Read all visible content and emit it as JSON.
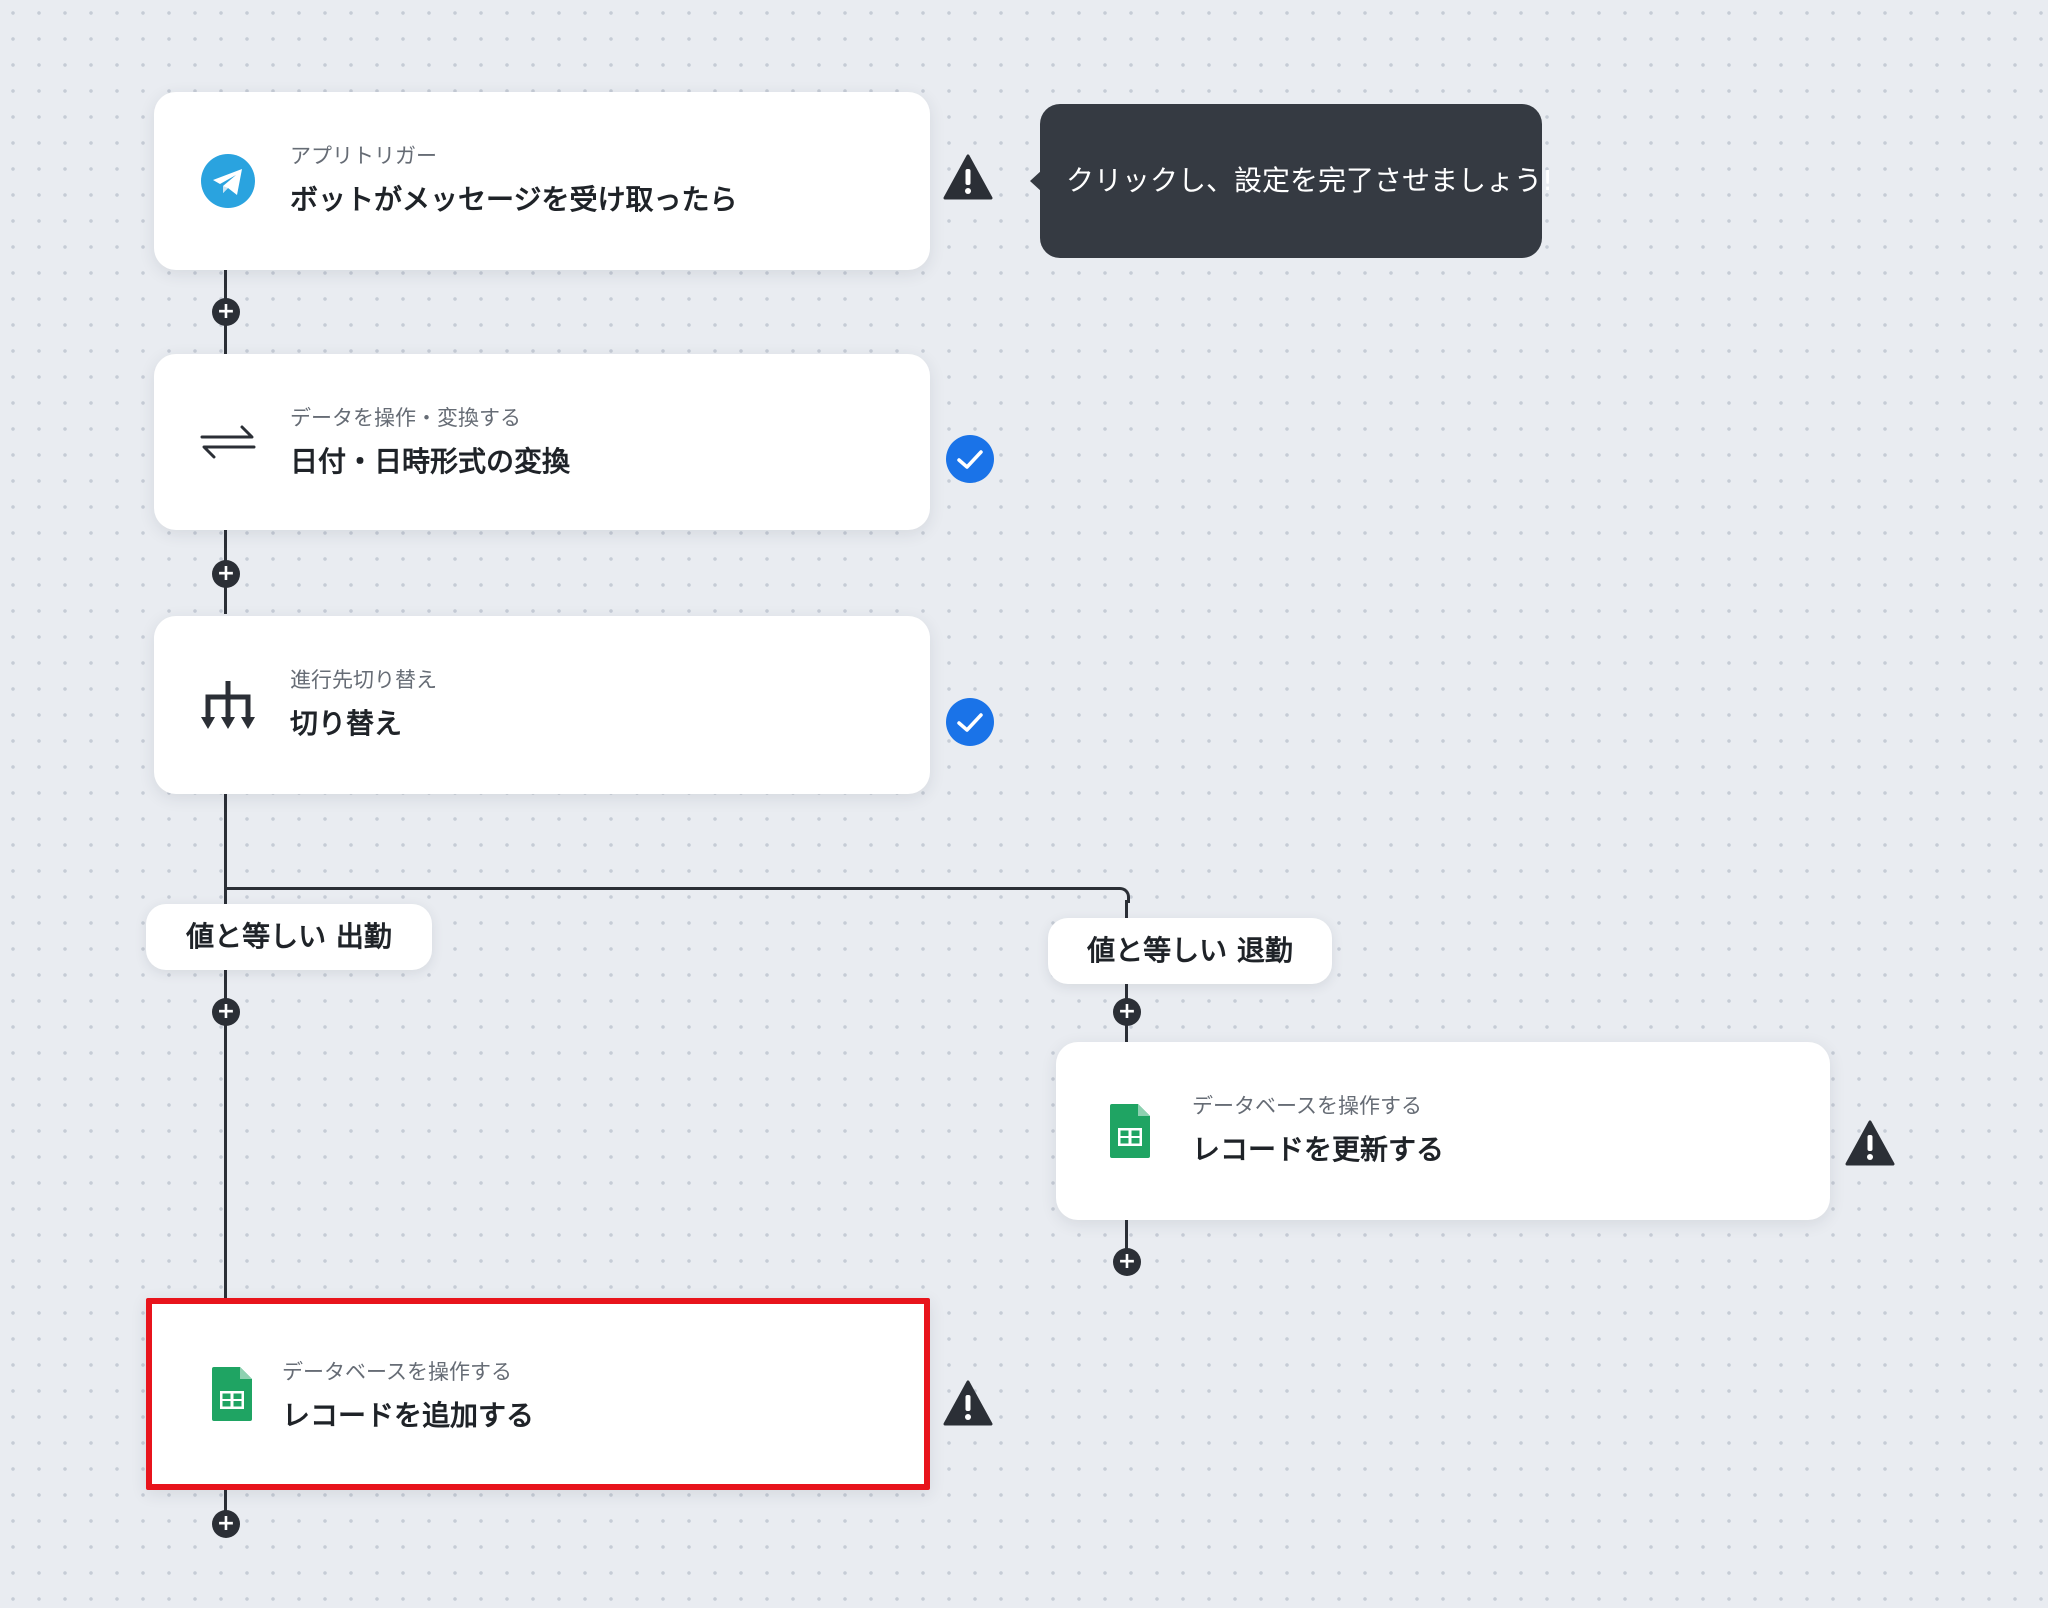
{
  "tooltip": {
    "text": "クリックし、設定を完了させましょう!"
  },
  "steps": [
    {
      "category": "アプリトリガー",
      "title": "ボットがメッセージを受け取ったら",
      "icon": "telegram-icon",
      "status": "warning"
    },
    {
      "category": "データを操作・変換する",
      "title": "日付・日時形式の変換",
      "icon": "convert-arrows-icon",
      "status": "complete"
    },
    {
      "category": "進行先切り替え",
      "title": "切り替え",
      "icon": "branch-switch-icon",
      "status": "complete"
    },
    {
      "category": "データベースを操作する",
      "title": "レコードを更新する",
      "icon": "google-sheets-icon",
      "status": "warning"
    },
    {
      "category": "データベースを操作する",
      "title": "レコードを追加する",
      "icon": "google-sheets-icon",
      "status": "warning"
    }
  ],
  "branches": [
    {
      "label": "値と等しい 出勤"
    },
    {
      "label": "値と等しい 退勤"
    }
  ],
  "add_button_symbol": "+",
  "colors": {
    "warning": "#2b2f36",
    "complete": "#1a73e8",
    "highlight_border": "#e8141c",
    "telegram": "#2aa3df",
    "sheets": "#1fa463",
    "tooltip_bg": "#353a42"
  }
}
